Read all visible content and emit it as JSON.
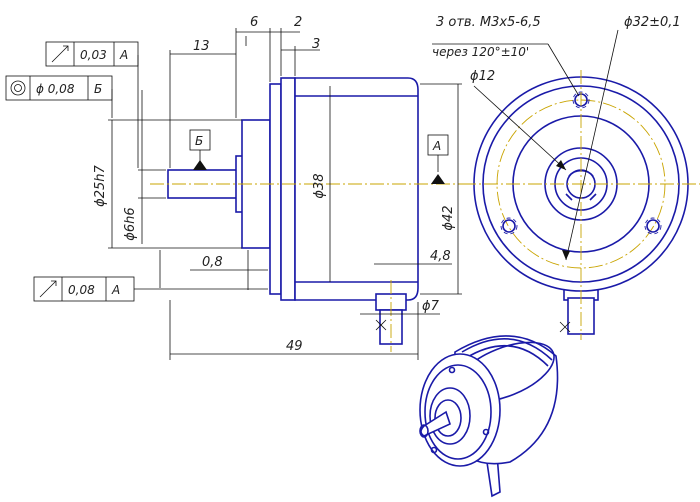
{
  "colors": {
    "object_line": "#1a1aa8",
    "center_line": "#c9a400",
    "dimension_line": "#111111",
    "background": "#ffffff"
  },
  "dimensions": {
    "d6": "6",
    "d2": "2",
    "d13": "13",
    "d3": "3",
    "d_phi25h7": "ϕ25h7",
    "d_phi6h6": "ϕ6h6",
    "d_phi38": "ϕ38",
    "d_phi42": "ϕ42",
    "d08": "0,8",
    "d48": "4,8",
    "d_phi7": "ϕ7",
    "d49": "49",
    "d_phi12": "ϕ12",
    "d_phi32": "ϕ32±0,1"
  },
  "notes": {
    "holes_line1": "3 отв. М3х5-6,5",
    "holes_line2": "через 120°±10'"
  },
  "tolerance_frames": {
    "runout_top": {
      "value": "0,03",
      "datum": "А"
    },
    "concentricity": {
      "value": "ϕ 0,08",
      "datum": "Б"
    },
    "runout_bottom": {
      "value": "0,08",
      "datum": "А"
    }
  },
  "datums": {
    "datum_b": "Б",
    "datum_a": "А"
  }
}
